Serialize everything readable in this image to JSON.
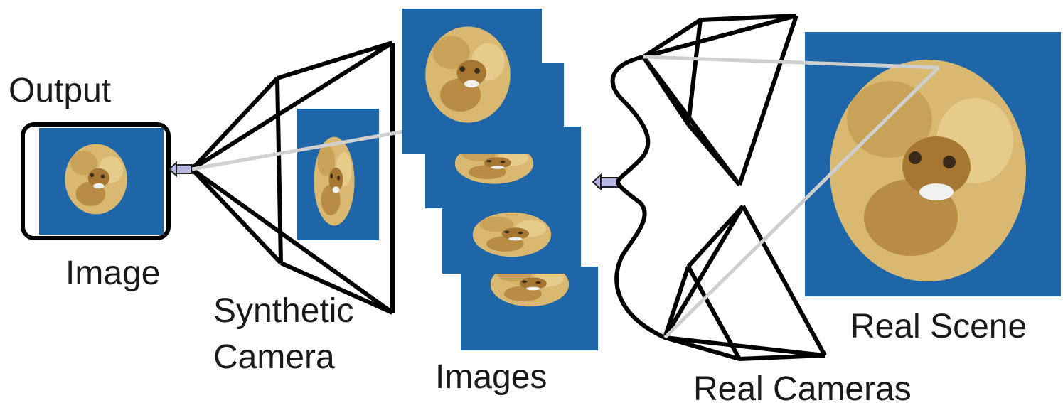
{
  "labels": {
    "output": "Output",
    "image": "Image",
    "synthetic_camera_line1": "Synthetic",
    "synthetic_camera_line2": "Camera",
    "images": "Images",
    "real_cameras": "Real Cameras",
    "real_scene": "Real Scene"
  },
  "colors": {
    "photo_background": "#1f66a8",
    "frame_stroke": "#000000",
    "ray": "#c8c8c8",
    "arrow": "#b7b7e6",
    "lion_fur": "#d9b871"
  }
}
